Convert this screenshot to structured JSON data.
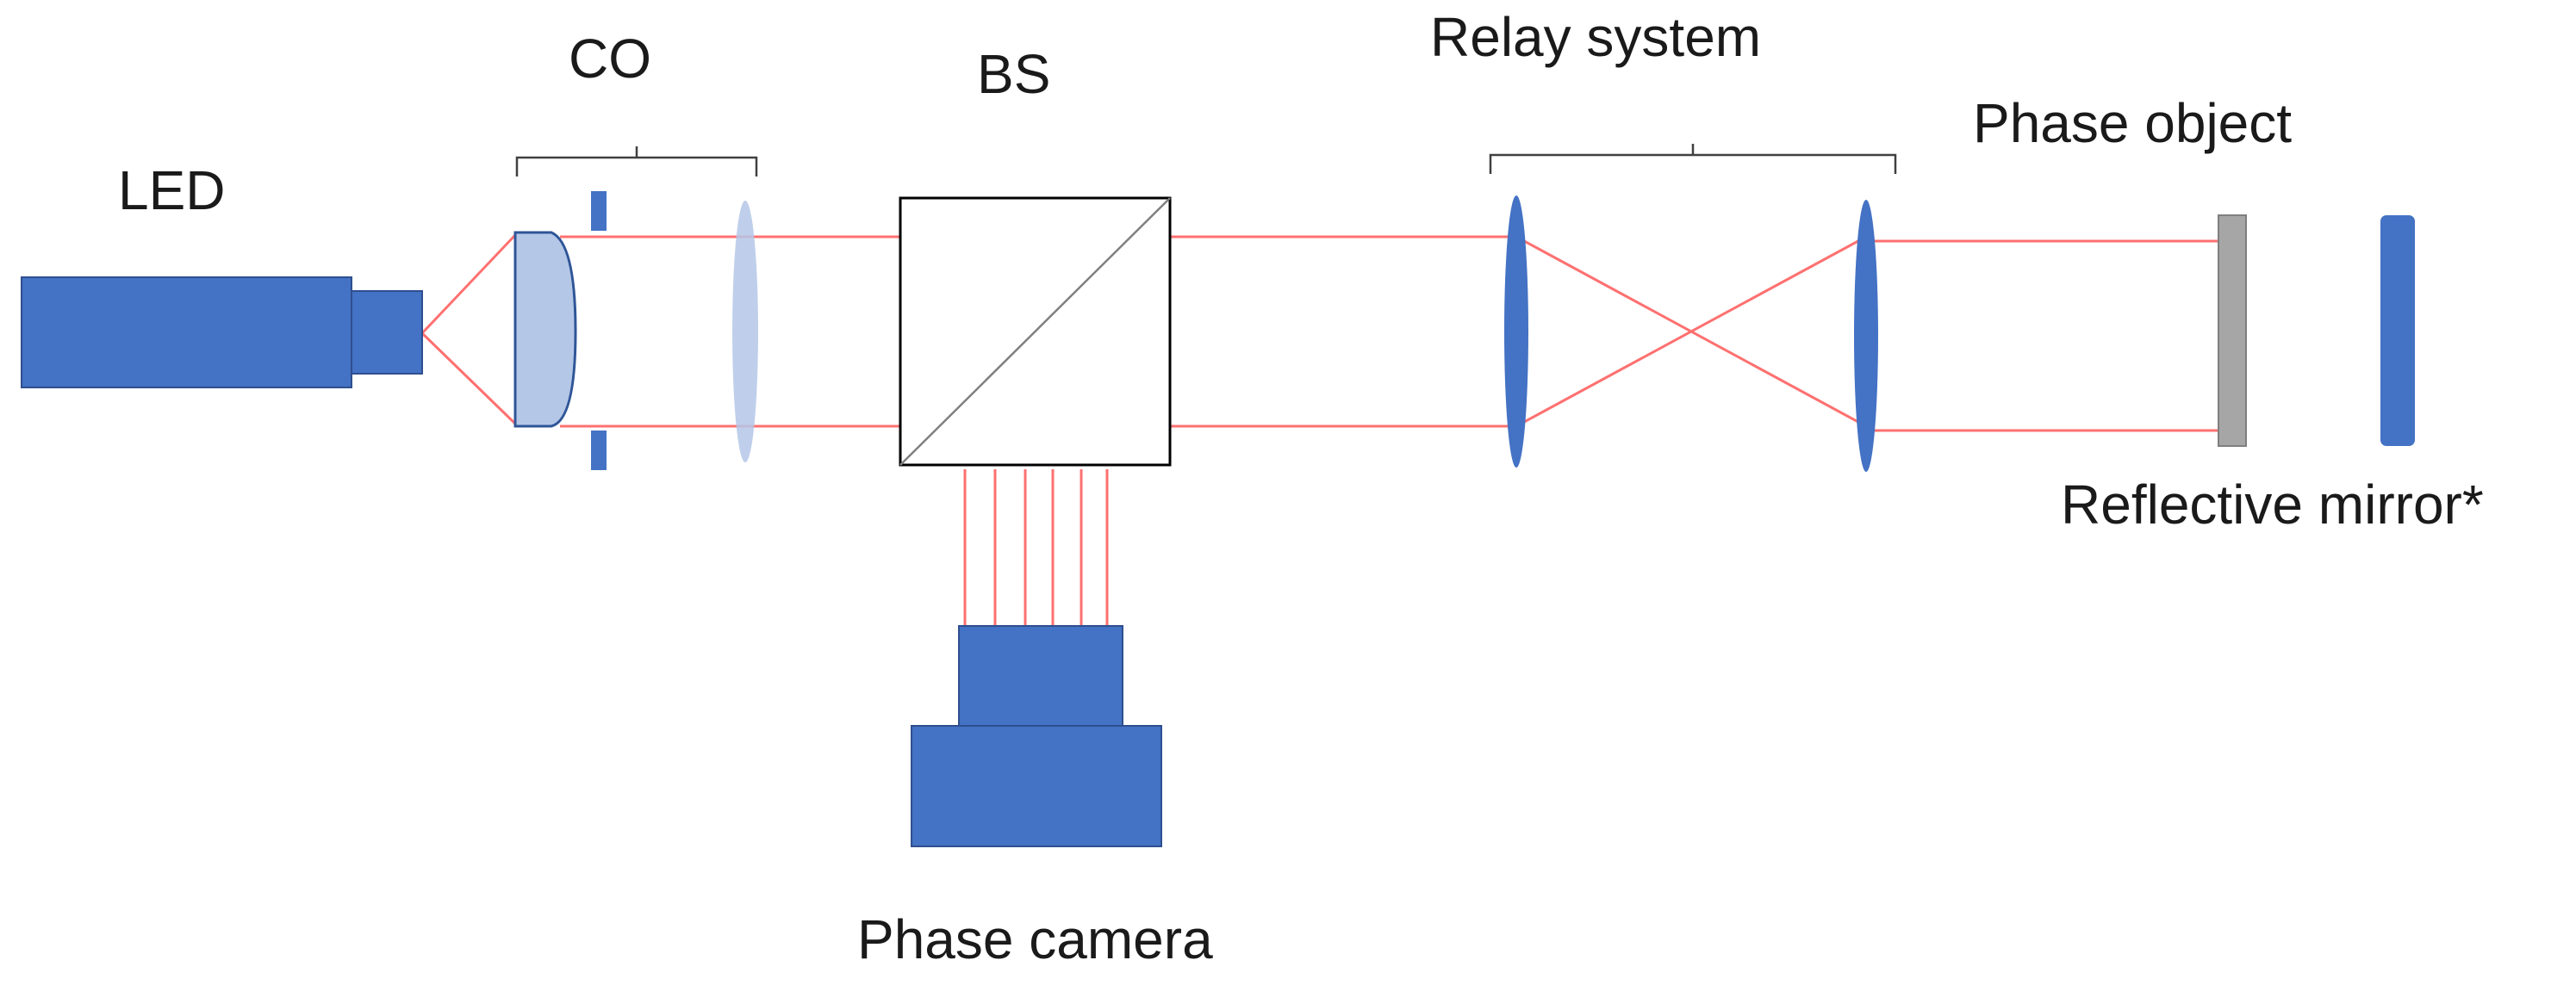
{
  "labels": {
    "led": "LED",
    "co": "CO",
    "bs": "BS",
    "relay": "Relay system",
    "phase_object": "Phase object",
    "mirror": "Reflective mirror*",
    "camera": "Phase camera"
  },
  "colors": {
    "component_blue": "#4472c4",
    "light_blue": "#b4c7e7",
    "ray_red": "#ff7070",
    "phase_object_gray": "#a6a6a6",
    "outline": "#000000"
  }
}
